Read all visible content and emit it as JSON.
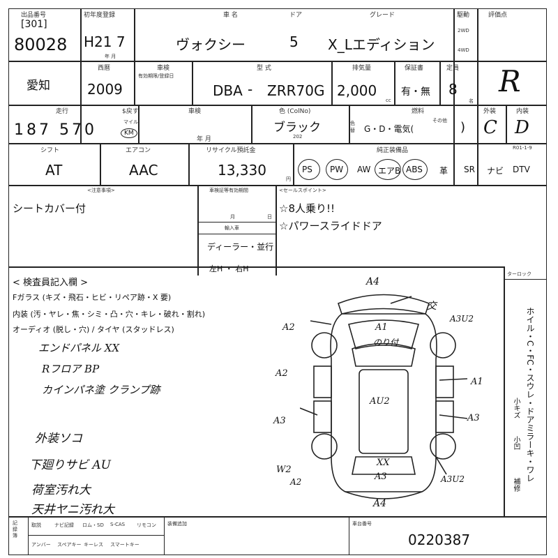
{
  "header": {
    "lot_box": "[301]",
    "lot_number": "80028",
    "lot_label": "出品番号",
    "first_reg_label": "初年度登録",
    "first_reg": "H21 7",
    "first_reg_unit": "年  月",
    "name_label": "車  名",
    "car_name": "ヴォクシー",
    "door_label": "ドア",
    "doors": "5",
    "grade_label": "グレード",
    "grade": "X_Lエディション",
    "drive_label": "駆動",
    "drive_2wd": "2WD",
    "drive_4wd": "4WD",
    "score_label": "評価点",
    "score": "R"
  },
  "row2": {
    "region": "愛知",
    "year_label": "西暦",
    "year": "2009",
    "shaken_label": "車検",
    "shaken_sub": "有効期限/登録日",
    "model_label": "型  式",
    "model_prefix": "DBA",
    "model_dash": "-",
    "model_code": "ZRR70G",
    "displacement_label": "排気量",
    "displacement": "2,000",
    "displacement_unit": "cc",
    "import_label": "保証書",
    "import_value": "有・無",
    "seats_label": "定員",
    "seats": "8",
    "seats_unit": "名"
  },
  "row3": {
    "mileage_label": "走行",
    "mileage_unit_label": "$戻す",
    "mileage": "187 570",
    "mileage_unit": "KM",
    "mileage_unit_top": "マイル",
    "shaken_label": "車検",
    "shaken_unit": "年        月",
    "color_label": "色 (ColNo)",
    "color": "ブラック",
    "color_no": "202",
    "color_change": "色替",
    "fuel_label": "燃料",
    "fuel_options": "G・D・電気(",
    "fuel_other": "その他",
    "fuel_close": ")",
    "exterior_label": "外装",
    "exterior": "C",
    "interior_label": "内装",
    "interior": "D"
  },
  "row4": {
    "shift_label": "シフト",
    "shift": "AT",
    "ac_label": "エアコン",
    "ac": "AAC",
    "recycle_label": "リサイクル預託金",
    "recycle": "13,330",
    "recycle_unit": "円",
    "equipment_label": "純正装備品",
    "equipment_date": "R01-1-9",
    "equipment": [
      "PS",
      "PW",
      "AW",
      "エアB",
      "ABS",
      "革",
      "SR",
      "ナビ",
      "DTV"
    ],
    "circled": [
      "PS",
      "PW",
      "エアB",
      "ABS"
    ]
  },
  "notes": {
    "notes_label": "<注意事項>",
    "notes_text": "シートカバー付",
    "inspection_label": "車検証等有効期間",
    "inspection_unit": "月",
    "inspection_unit2": "日",
    "import_route_label": "輸入車",
    "import_route": "ディーラー・並行",
    "steering": "左H  ・  右H",
    "sales_label": "<セールスポイント>",
    "sales_points": [
      "☆8人乗り!!",
      "☆パワースライドドア"
    ]
  },
  "inspector": {
    "label": "< 検査員記入欄 >",
    "glass_line": "Fガラス (キズ・飛石・ヒビ・リペア跡・X 要)",
    "interior_line": "内装 (汚・ヤレ・焦・シミ・凸・穴・キレ・破れ・割れ)",
    "audio_line": "オーディオ (脱し・穴) / タイヤ (スタッドレス)",
    "handwritten": [
      "エンドパネル XX",
      "Rフロア BP",
      "カインパネ塗 クランプ跡",
      "外装ソコ",
      "下廻りサビ AU",
      "荷室汚れ大",
      "天井ヤニ汚れ大"
    ]
  },
  "diagram": {
    "marks": [
      "A4",
      "交",
      "A1",
      "のり付",
      "A2",
      "A3U2",
      "A2",
      "A1",
      "AU2",
      "A3",
      "A3",
      "XX",
      "W2",
      "A2",
      "A3",
      "A3U2",
      "A4"
    ]
  },
  "side_panel": {
    "label": "ターロック",
    "vertical_text": "ホイル・C・FC・スウレ・ドアミラーキ・ワレ",
    "side_marks": [
      "小キズ",
      "小凹",
      "補修"
    ]
  },
  "footer": {
    "items_row1": [
      "取説",
      "ナビ記録",
      "ロム・SD",
      "S-CAS",
      "リモコン"
    ],
    "items_row2": [
      "アンバー",
      "スペアキー",
      "キーレス",
      "スマートキー"
    ],
    "left_label": "記録簿",
    "extra_label": "装備追加",
    "chassis_label": "車台番号",
    "chassis": "0220387"
  }
}
